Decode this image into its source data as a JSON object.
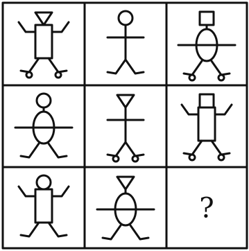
{
  "puzzle": {
    "rows": 3,
    "cols": 3,
    "line_color": "#111111",
    "background": "#ffffff",
    "cells": [
      {
        "head": "triangle-down",
        "body": "rectangle",
        "arms": "raised",
        "legs": "splayed-with-circle-feet"
      },
      {
        "head": "circle",
        "body": "stick",
        "arms": "horizontal",
        "legs": "splayed"
      },
      {
        "head": "square",
        "body": "oval",
        "arms": "horizontal",
        "legs": "splayed-with-circle-feet"
      },
      {
        "head": "circle",
        "body": "oval",
        "arms": "horizontal",
        "legs": "splayed"
      },
      {
        "head": "triangle-down",
        "body": "stick",
        "arms": "horizontal",
        "legs": "splayed-with-circle-feet"
      },
      {
        "head": "square",
        "body": "rectangle",
        "arms": "raised",
        "legs": "splayed-with-circle-feet"
      },
      {
        "head": "circle",
        "body": "rectangle",
        "arms": "raised",
        "legs": "splayed"
      },
      {
        "head": "triangle-down",
        "body": "oval",
        "arms": "horizontal",
        "legs": "splayed"
      },
      {
        "missing": true,
        "label": "?"
      }
    ]
  }
}
